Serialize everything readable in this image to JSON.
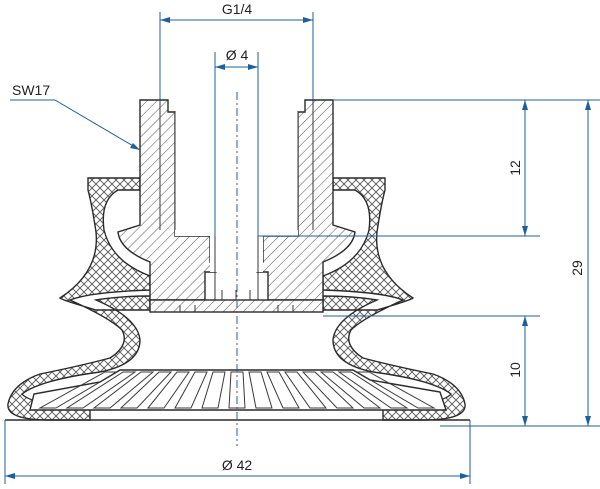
{
  "dimensions": {
    "thread": "G1/4",
    "bore": "Ø 4",
    "wrench": "SW17",
    "height_total": "29",
    "height_thread": "12",
    "height_bellows": "10",
    "diameter": "Ø 42"
  },
  "colors": {
    "dimension_line": "#1f5f9a",
    "outline": "#2a2a2a",
    "hatch": "#555555",
    "body_fill": "#f7f7f7"
  }
}
